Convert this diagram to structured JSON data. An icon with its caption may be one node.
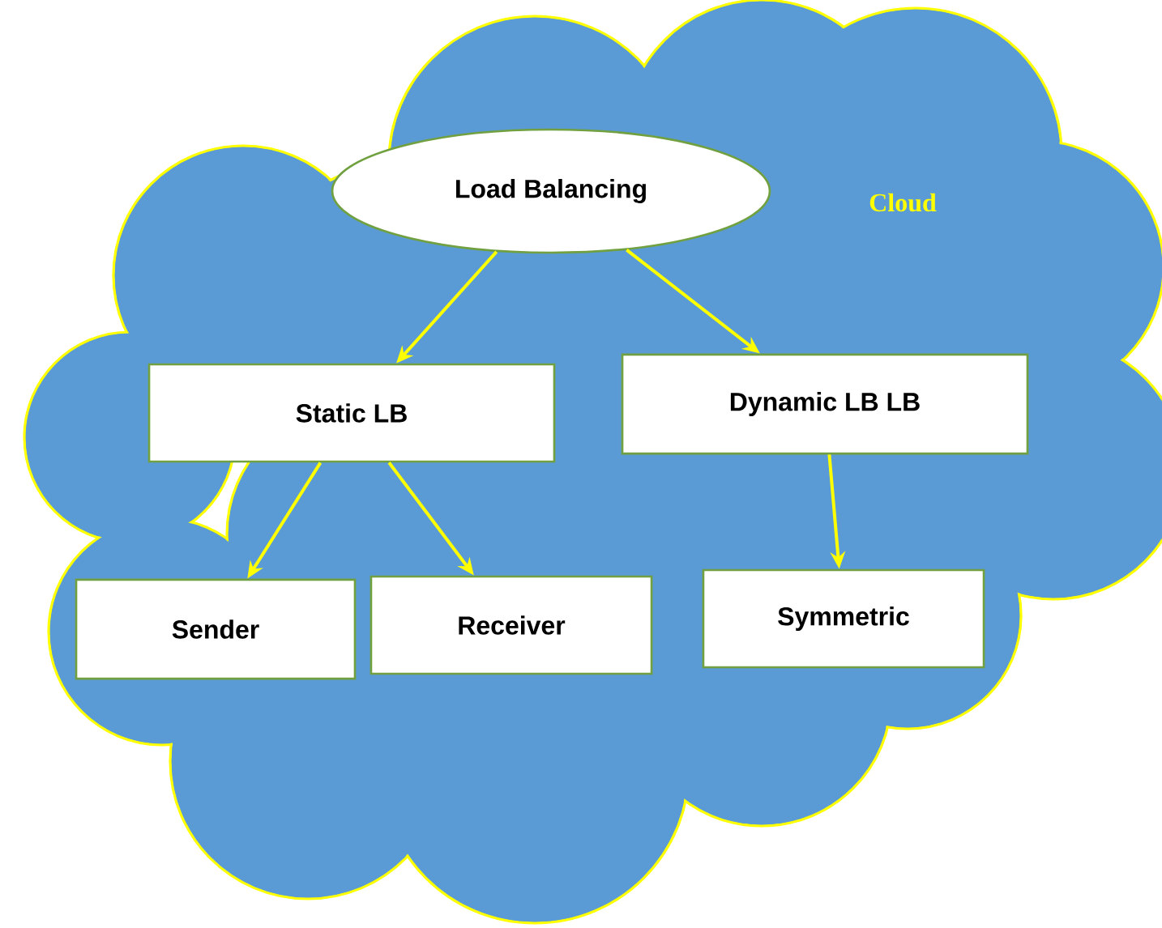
{
  "diagram": {
    "nodes": [
      {
        "text": [
          "Cloud"
        ]
      },
      {
        "text": [
          "Load Balancing"
        ],
        "in": 0
      },
      {
        "text": [
          "Static LB"
        ],
        "in": 0
      },
      {
        "text": [
          "Dynamic LB LB"
        ],
        "in": 0
      },
      {
        "text": [
          "Sender"
        ],
        "in": 0
      },
      {
        "text": [
          "Receiver"
        ],
        "in": 0
      },
      {
        "text": [
          "Symmetric"
        ],
        "in": 0
      }
    ],
    "edges": [
      {
        "from": 1,
        "to": 2,
        "arrow": "to"
      },
      {
        "from": 1,
        "to": 3,
        "arrow": "to"
      },
      {
        "from": 2,
        "to": 4,
        "arrow": "to"
      },
      {
        "from": 2,
        "to": 5,
        "arrow": "to"
      },
      {
        "from": 3,
        "to": 6,
        "arrow": "to"
      }
    ]
  }
}
